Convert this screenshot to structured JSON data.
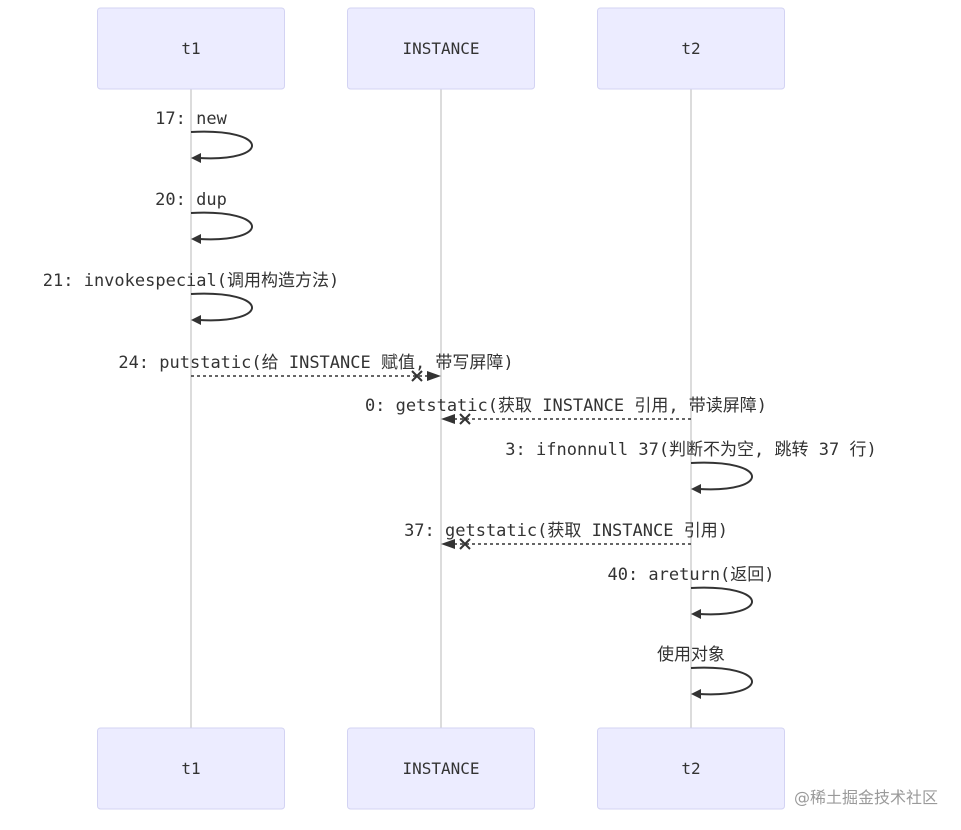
{
  "participants": [
    "t1",
    "INSTANCE",
    "t2"
  ],
  "messages": [
    {
      "from": "t1",
      "to": "t1",
      "label": "17: new",
      "style": "solid"
    },
    {
      "from": "t1",
      "to": "t1",
      "label": "20: dup",
      "style": "solid"
    },
    {
      "from": "t1",
      "to": "t1",
      "label": "21: invokespecial(调用构造方法)",
      "style": "solid"
    },
    {
      "from": "t1",
      "to": "INSTANCE",
      "label": "24: putstatic(给 INSTANCE 赋值, 带写屏障)",
      "style": "dashed-cross"
    },
    {
      "from": "t2",
      "to": "INSTANCE",
      "label": "0: getstatic(获取 INSTANCE 引用, 带读屏障)",
      "style": "dashed-cross"
    },
    {
      "from": "t2",
      "to": "t2",
      "label": "3: ifnonnull 37(判断不为空, 跳转 37 行)",
      "style": "solid"
    },
    {
      "from": "t2",
      "to": "INSTANCE",
      "label": "37: getstatic(获取 INSTANCE 引用)",
      "style": "dashed-cross"
    },
    {
      "from": "t2",
      "to": "t2",
      "label": "40: areturn(返回)",
      "style": "solid"
    },
    {
      "from": "t2",
      "to": "t2",
      "label": "使用对象",
      "style": "solid"
    }
  ],
  "watermark": "@稀土掘金技术社区",
  "colors": {
    "actor_fill": "#ececff",
    "actor_border": "#d3d3f3",
    "line": "#333333",
    "lifeline": "#b8b8b8"
  }
}
